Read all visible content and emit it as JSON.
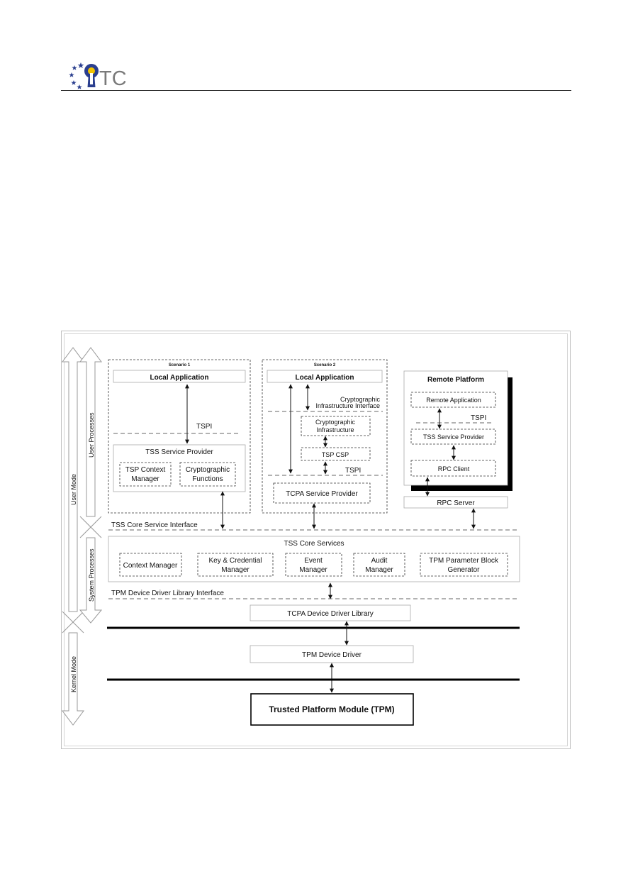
{
  "header": {
    "logo_text": "TC"
  },
  "diagram": {
    "side_labels": {
      "user_mode": "User Mode",
      "kernel_mode": "Kernel Mode",
      "user_processes": "User Processes",
      "system_processes": "System Processes"
    },
    "scenario1": {
      "title": "Scenario 1",
      "local_application": "Local Application",
      "tspi": "TSPI",
      "tss_service_provider": "TSS Service Provider",
      "tsp_context_manager_l1": "TSP Context",
      "tsp_context_manager_l2": "Manager",
      "crypto_functions_l1": "Cryptographic",
      "crypto_functions_l2": "Functions"
    },
    "scenario2": {
      "title": "Scenario 2",
      "local_application": "Local Application",
      "cii_l1": "Cryptographic",
      "cii_l2": "Infrastructure Interface",
      "crypto_infra_l1": "Cryptographic",
      "crypto_infra_l2": "Infrastructure",
      "tsp_csp": "TSP CSP",
      "tspi": "TSPI",
      "tcpa_service_provider": "TCPA Service Provider"
    },
    "remote": {
      "title": "Remote Platform",
      "remote_application": "Remote Application",
      "tspi": "TSPI",
      "tss_service_provider": "TSS Service Provider",
      "rpc_client": "RPC Client",
      "rpc_server": "RPC Server"
    },
    "tss_core_service_interface": "TSS Core Service Interface",
    "tss_core_services": {
      "title": "TSS Core Services",
      "context_manager": "Context Manager",
      "key_cred_l1": "Key & Credential",
      "key_cred_l2": "Manager",
      "event_l1": "Event",
      "event_l2": "Manager",
      "audit_l1": "Audit",
      "audit_l2": "Manager",
      "tpm_param_l1": "TPM Parameter Block",
      "tpm_param_l2": "Generator"
    },
    "tpm_ddl_interface": "TPM Device Driver Library Interface",
    "tcpa_device_driver_library": "TCPA Device Driver Library",
    "tpm_device_driver": "TPM Device Driver",
    "trusted_platform_module": "Trusted Platform Module (TPM)"
  }
}
